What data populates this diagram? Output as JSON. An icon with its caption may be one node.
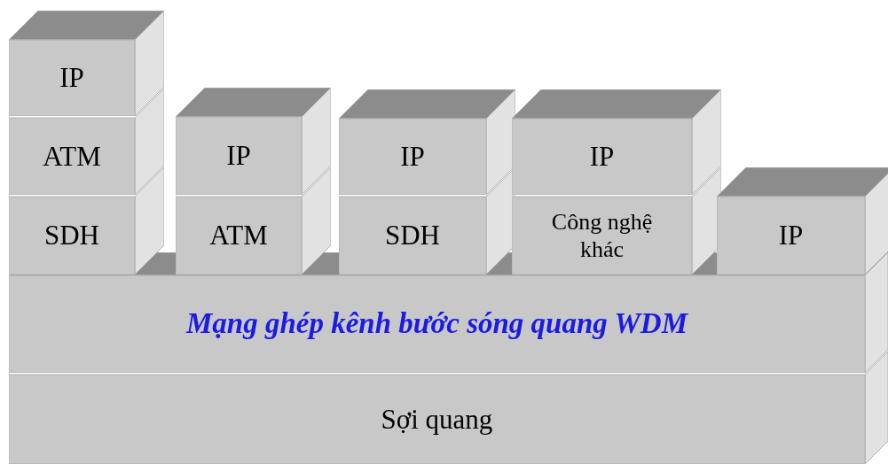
{
  "diagram": {
    "nodes": [
      {
        "text": [
          "IP"
        ]
      },
      {
        "text": [
          "ATM"
        ]
      },
      {
        "text": [
          "SDH"
        ]
      },
      {
        "text": [
          "IP"
        ]
      },
      {
        "text": [
          "ATM"
        ]
      },
      {
        "text": [
          "IP"
        ]
      },
      {
        "text": [
          "SDH"
        ]
      },
      {
        "text": [
          "IP"
        ]
      },
      {
        "text": [
          "Công nghệ khác"
        ]
      },
      {
        "text": [
          "IP"
        ]
      },
      {
        "text": [
          "Mạng ghép kênh bước sóng quang WDM"
        ]
      },
      {
        "text": [
          "Sợi quang"
        ]
      }
    ],
    "edges": []
  }
}
